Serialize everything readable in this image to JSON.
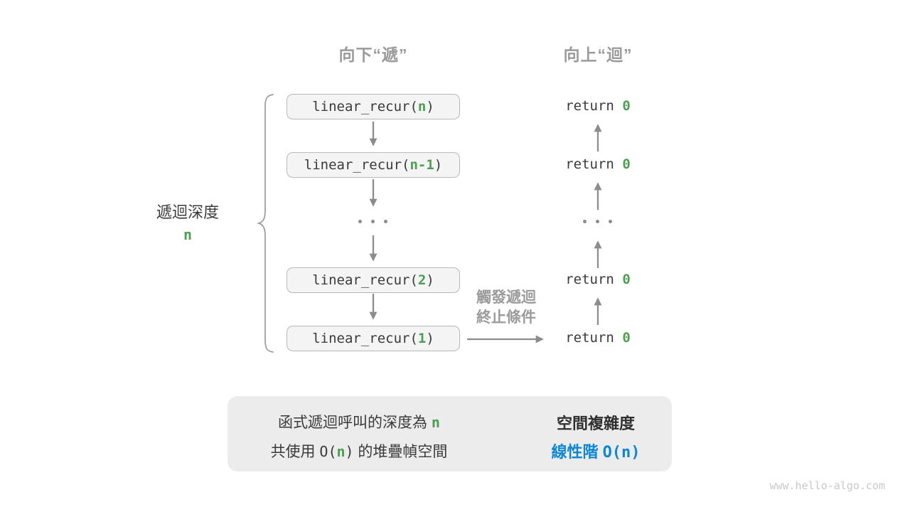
{
  "colors": {
    "green": "#4c9e53",
    "blue": "#0e87d3",
    "gray_heading": "#9a9a9a",
    "arrow_gray": "#8c8c8c",
    "text_dark": "#3a3a3a",
    "box_fill": "#f4f4f4",
    "box_border": "#b8b8b8",
    "summary_fill": "#ececec"
  },
  "headers": {
    "descend": "向下“遞”",
    "ascend": "向上“迴”"
  },
  "depth_label": {
    "title": "遞迴深度",
    "value": "n"
  },
  "call_boxes": [
    {
      "pre": "linear_recur(",
      "arg": "n",
      "post": ")"
    },
    {
      "pre": "linear_recur(",
      "arg": "n-1",
      "post": ")"
    },
    {
      "pre": "linear_recur(",
      "arg": "2",
      "post": ")"
    },
    {
      "pre": "linear_recur(",
      "arg": "1",
      "post": ")"
    }
  ],
  "returns": [
    {
      "pre": "return ",
      "val": "0"
    },
    {
      "pre": "return ",
      "val": "0"
    },
    {
      "pre": "return ",
      "val": "0"
    },
    {
      "pre": "return ",
      "val": "0"
    }
  ],
  "ellipsis": "...",
  "termination_note": {
    "line1": "觸發遞迴",
    "line2": "終止條件"
  },
  "summary": {
    "line1": {
      "pre": "函式遞迴呼叫的深度為 ",
      "val": "n"
    },
    "line2": {
      "pre": "共使用 ",
      "code_open": "O(",
      "val": "n",
      "code_close": ")",
      "post": " 的堆疊幀空間"
    },
    "result_title": "空間複雜度",
    "result": {
      "pre": "線性階 ",
      "code": "O(n)"
    }
  },
  "watermark": "www.hello-algo.com"
}
